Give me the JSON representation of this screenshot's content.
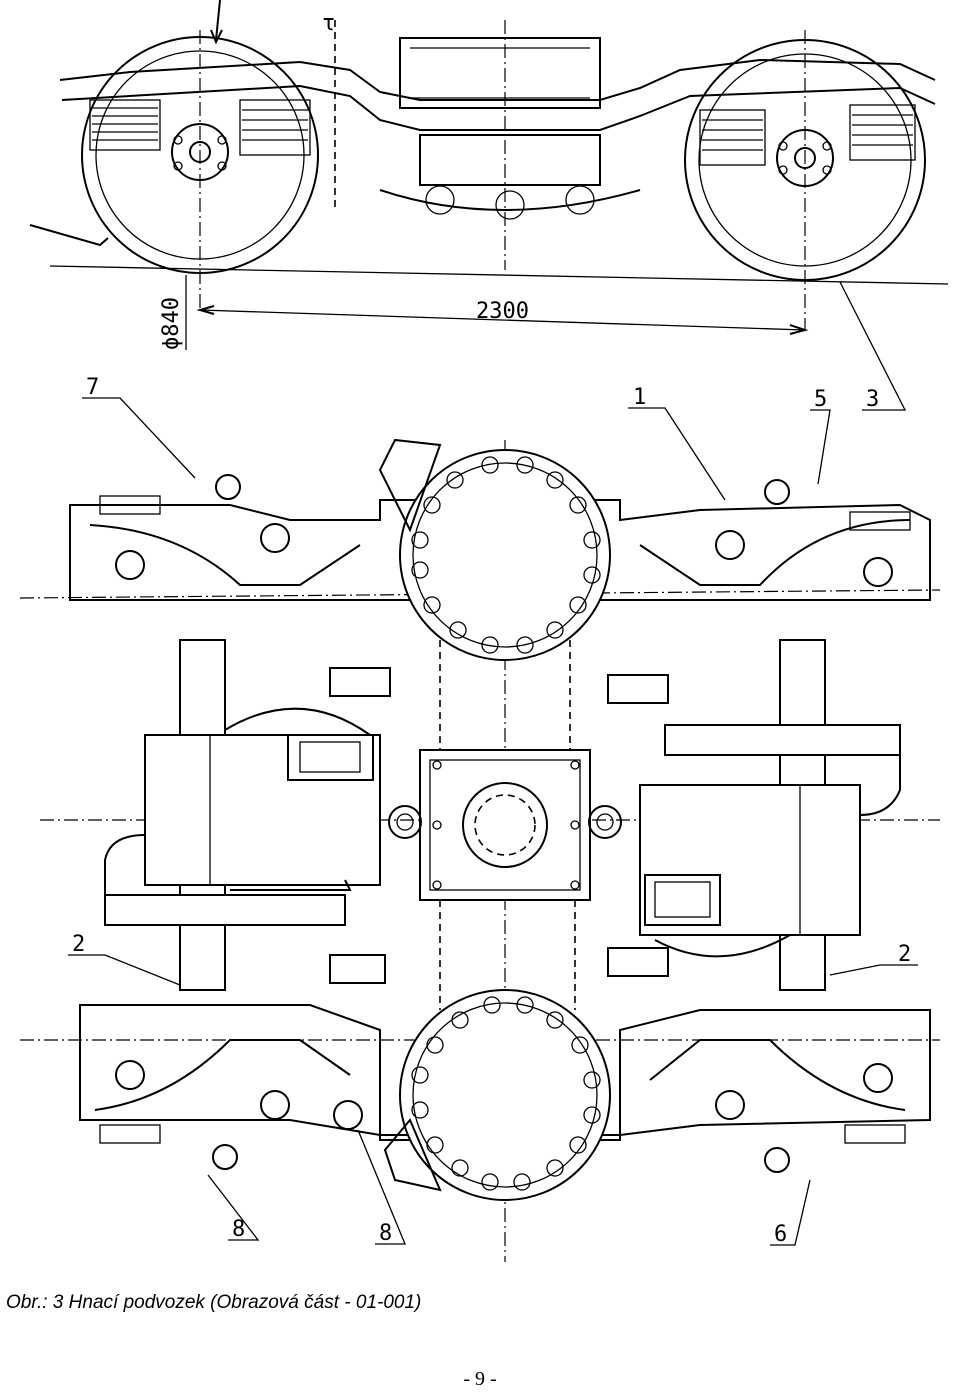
{
  "drawing": {
    "dimensions": {
      "wheel_diameter": "ϕ840",
      "wheelbase": "2300"
    },
    "callouts": [
      "1",
      "2",
      "2",
      "3",
      "5",
      "6",
      "7",
      "8",
      "8"
    ],
    "top_mark": "τ"
  },
  "caption": "Obr.: 3 Hnací podvozek (Obrazová část - 01-001)",
  "page_number": "- 9 -"
}
